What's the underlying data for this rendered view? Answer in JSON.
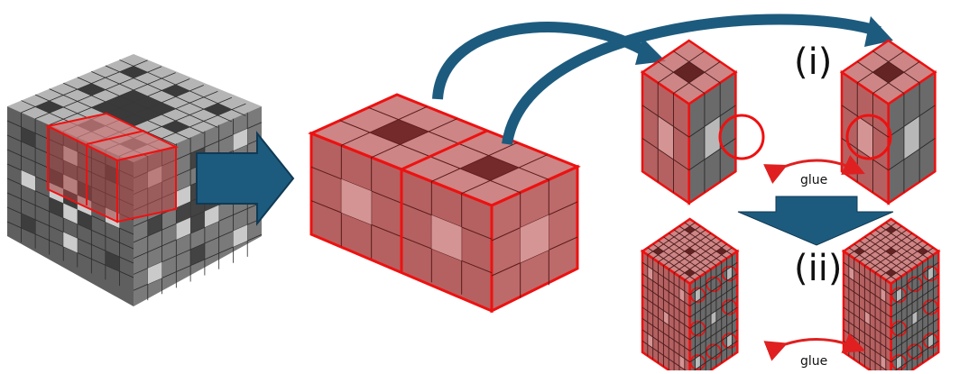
{
  "labels": {
    "step_i": "(i)",
    "step_ii": "(ii)",
    "glue_top": "glue",
    "glue_bottom": "glue"
  },
  "colors": {
    "cube_top": "#b5b5b5",
    "cube_left": "#5f5f5f",
    "cube_right": "#7a7a7a",
    "hole": "#3a3a3a",
    "hole_light": "#d8d8d8",
    "red_top": "#c97a7a",
    "red_left": "#a63e3e",
    "red_right": "#b04848",
    "red_edge": "#ee1111",
    "arrow_blue": "#1d5b7e",
    "arrow_dark": "#0f3a55",
    "glue_arrow": "#e02020"
  }
}
